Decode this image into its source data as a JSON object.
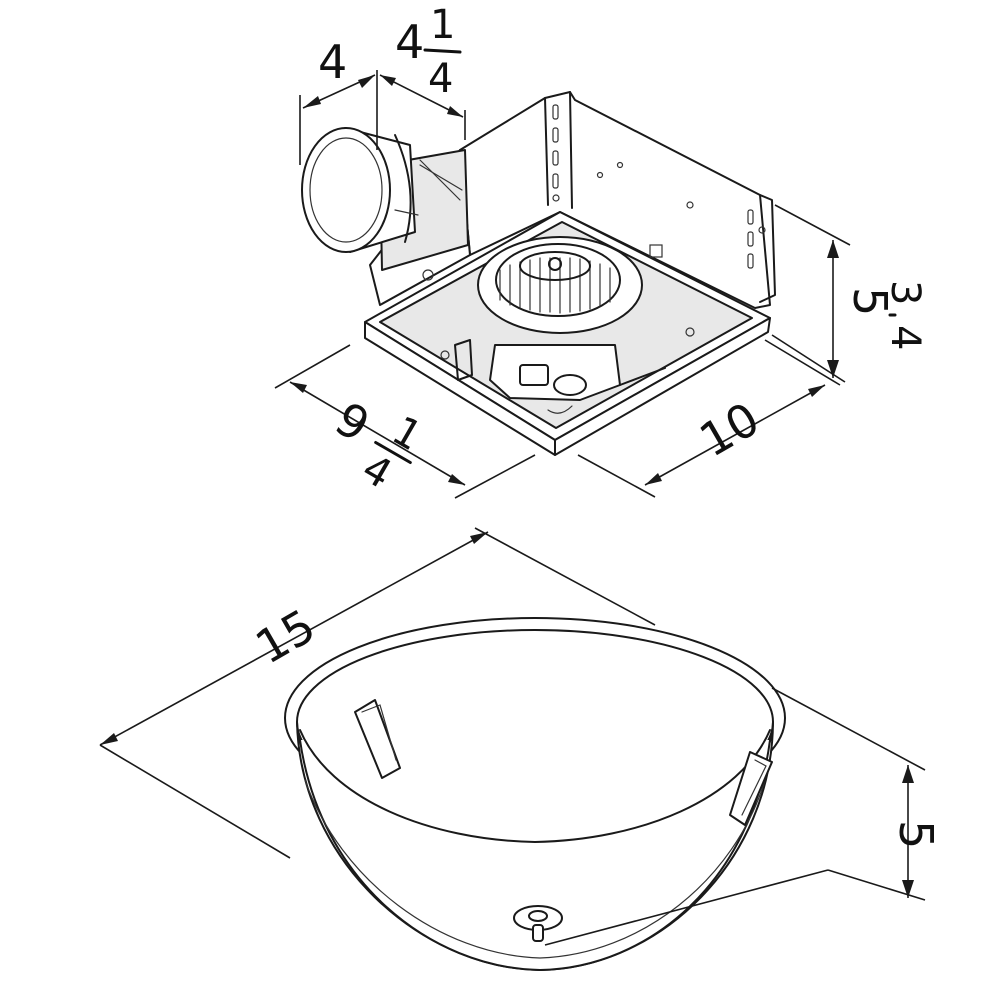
{
  "diagram": {
    "housing_dimensions": {
      "duct_width": "4",
      "duct_depth_whole": "4",
      "duct_depth_numerator": "1",
      "duct_depth_denominator": "4",
      "housing_width_whole": "9",
      "housing_width_numerator": "1",
      "housing_width_denominator": "4",
      "housing_length": "10",
      "housing_height_whole": "5",
      "housing_height_numerator": "3",
      "housing_height_denominator": "4"
    },
    "grille_dimensions": {
      "diameter": "15",
      "height": "5"
    }
  }
}
